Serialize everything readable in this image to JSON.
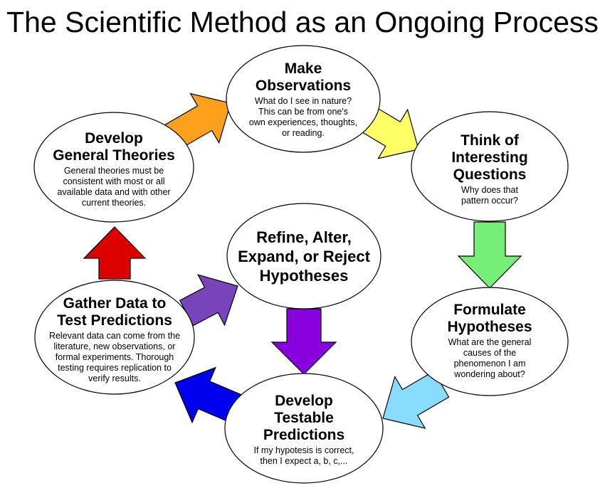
{
  "title": "The Scientific Method as an Ongoing Process",
  "colors": {
    "arrow_orange": "#FFA01C",
    "arrow_yellow": "#FFFF66",
    "arrow_green": "#77EE77",
    "arrow_lightblue": "#88DDFF",
    "arrow_blue": "#0000EE",
    "arrow_red": "#DD0000",
    "arrow_indigo": "#7744BB",
    "arrow_violet": "#8800DD",
    "outline": "#000000"
  },
  "steps": {
    "make_observations": {
      "heading": "Make\nObservations",
      "description": "What do I see in nature?\nThis can be from one's\nown experiences, thoughts,\nor reading."
    },
    "think_questions": {
      "heading": "Think of\nInteresting\nQuestions",
      "description": "Why does that\npattern occur?"
    },
    "formulate_hypotheses": {
      "heading": "Formulate\nHypotheses",
      "description": "What are the general\ncauses of the\nphenomenon I am\nwondering about?"
    },
    "develop_predictions": {
      "heading": "Develop\nTestable\nPredictions",
      "description": "If my hypotesis is correct,\nthen I expect a, b, c,..."
    },
    "gather_data": {
      "heading": "Gather Data to\nTest Predictions",
      "description": "Relevant data can come from the\nliterature, new observations, or\nformal experiments.  Thorough\ntesting requires replication to\nverify results."
    },
    "develop_theories": {
      "heading": "Develop\nGeneral Theories",
      "description": "General theories must be\nconsistent with most or all\navailable data and with other\ncurrent theories."
    },
    "refine_hypotheses": {
      "heading": "Refine, Alter,\nExpand, or Reject\nHypotheses",
      "description": ""
    }
  }
}
